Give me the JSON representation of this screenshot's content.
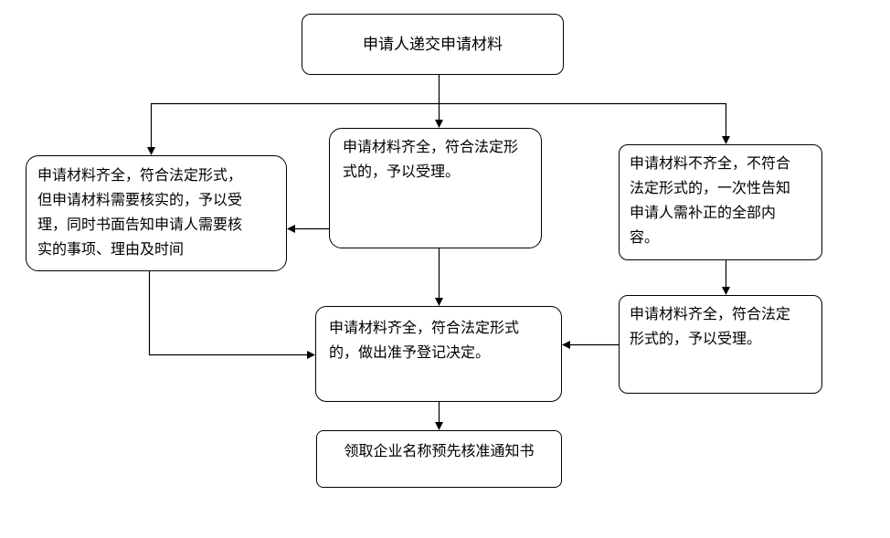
{
  "diagram": {
    "colors": {
      "background": "#ffffff",
      "border": "#000000",
      "line": "#000000",
      "text": "#000000"
    },
    "nodes": {
      "submit": {
        "label": "申请人递交申请材料",
        "lines": [
          "申请人递交申请材料"
        ]
      },
      "left": {
        "label": "申请材料齐全，符合法定形式，但申请材料需要核实的，予以受理，同时书面告知申请人需要核实的事项、理由及时间",
        "lines": [
          "申请材料齐全，符合法定形式，",
          "但申请材料需要核实的，予以受",
          "理，同时书面告知申请人需要核",
          "实的事项、理由及时间"
        ]
      },
      "middle": {
        "label": "申请材料齐全，符合法定形式的，予以受理。",
        "lines": [
          "申请材料齐全，符合法定形",
          "式的，予以受理。"
        ]
      },
      "right": {
        "label": "申请材料不齐全，不符合法定形式的，一次性告知申请人需补正的全部内容。",
        "lines": [
          "申请材料不齐全，不符合",
          "法定形式的，一次性告知",
          "申请人需补正的全部内",
          "容。"
        ]
      },
      "right_lower": {
        "label": "申请材料齐全，符合法定形式的，予以受理。",
        "lines": [
          "申请材料齐全，符合法定",
          "形式的，予以受理。"
        ]
      },
      "decision": {
        "label": "申请材料齐全，符合法定形式的，做出准予登记决定。",
        "lines": [
          "申请材料齐全，符合法定形式",
          "的，做出准予登记决定。"
        ]
      },
      "final": {
        "label": "领取企业名称预先核准通知书",
        "lines": [
          "领取企业名称预先核准通知书"
        ]
      }
    }
  }
}
